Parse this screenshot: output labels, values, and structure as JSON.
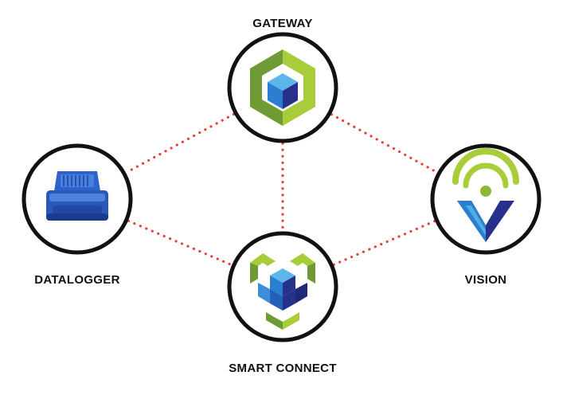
{
  "nodes": {
    "gateway": {
      "label": "GATEWAY",
      "icon": "gateway-hexagon-cube-icon"
    },
    "datalogger": {
      "label": "DATALOGGER",
      "icon": "obd-datalogger-device-icon"
    },
    "vision": {
      "label": "VISION",
      "icon": "vision-signal-v-icon"
    },
    "smart_connect": {
      "label": "SMART CONNECT",
      "icon": "smart-connect-tri-cube-icon"
    }
  },
  "edges": [
    {
      "from": "gateway",
      "to": "datalogger"
    },
    {
      "from": "gateway",
      "to": "vision"
    },
    {
      "from": "gateway",
      "to": "smart_connect"
    },
    {
      "from": "datalogger",
      "to": "smart_connect"
    },
    {
      "from": "vision",
      "to": "smart_connect"
    }
  ],
  "colors": {
    "connector": "#e8413c",
    "ring": "#111111",
    "lime": "#a8cc3a",
    "olive": "#6f9a36",
    "blue_light": "#3a8fd6",
    "blue_mid": "#2360b8",
    "blue_dark": "#25318a"
  }
}
